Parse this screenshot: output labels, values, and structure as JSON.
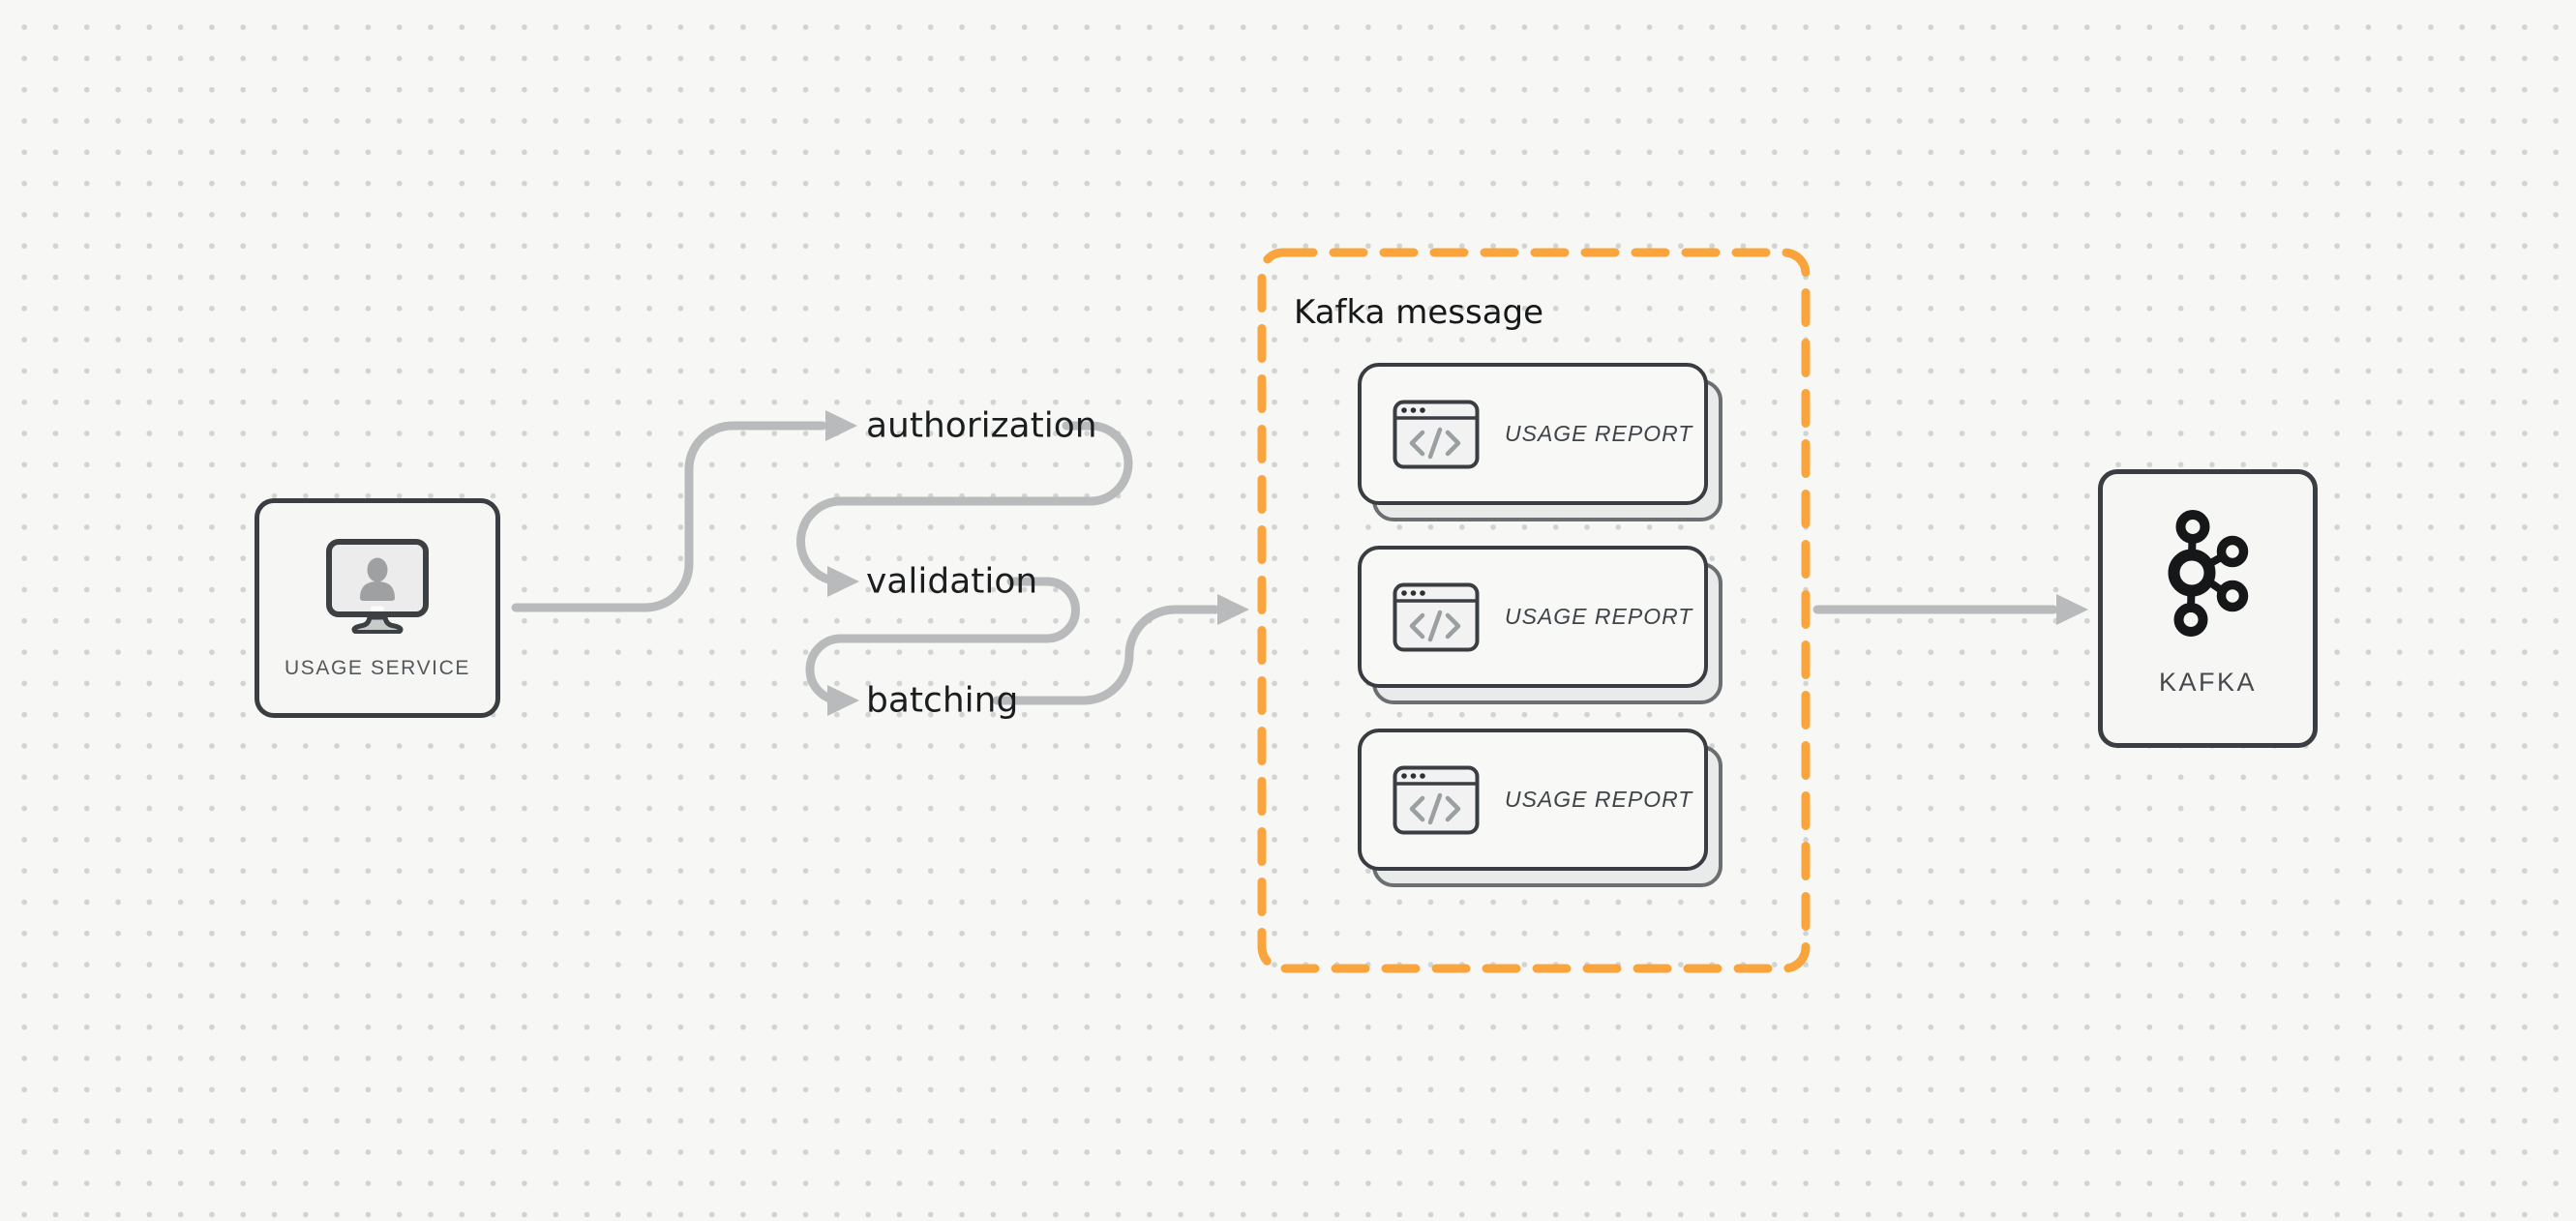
{
  "usage_service": {
    "label": "USAGE SERVICE",
    "icon": "monitor-user-icon"
  },
  "steps": [
    {
      "label": "authorization"
    },
    {
      "label": "validation"
    },
    {
      "label": "batching"
    }
  ],
  "kafka_group": {
    "title": "Kafka message",
    "cards": [
      {
        "label": "USAGE REPORT",
        "icon": "code-window-icon"
      },
      {
        "label": "USAGE REPORT",
        "icon": "code-window-icon"
      },
      {
        "label": "USAGE REPORT",
        "icon": "code-window-icon"
      }
    ]
  },
  "kafka": {
    "label": "KAFKA",
    "icon": "kafka-logo-icon"
  },
  "colors": {
    "accent_orange": "#F9A43C",
    "connector_gray": "#B8BABB",
    "node_border": "#3A3D41",
    "node_fill": "#F6F7F5",
    "card_shadow_fill": "#E9EAEA",
    "canvas_bg": "#F7F8F6",
    "dot_grid": "#D2D3D3",
    "text_primary": "#1B1D1F",
    "text_secondary": "#54585B"
  }
}
